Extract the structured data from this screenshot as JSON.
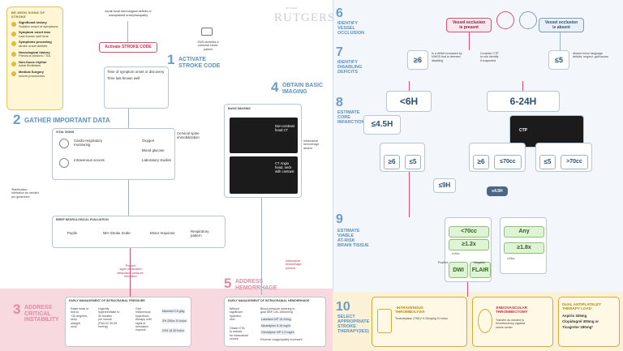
{
  "symptoms": {
    "title": "BE-SEEN SIGNS OF STROKE",
    "items": [
      {
        "bold": "Significant history",
        "text": "Sudden onset of symptoms"
      },
      {
        "bold": "Symptom onset time",
        "text": "Last known well time"
      },
      {
        "bold": "Symptoms preceding",
        "text": "stroke onset deficits"
      },
      {
        "bold": "Neurological history",
        "text": "Previous strokes / TIA"
      },
      {
        "bold": "Non-focus rhythm",
        "text": "Atrial fibrillation"
      },
      {
        "bold": "Medical Surgery",
        "text": "recent procedures"
      }
    ]
  },
  "steps": {
    "s1": {
      "num": "1",
      "title": "ACTIVATE\nSTROKE CODE"
    },
    "s2": {
      "num": "2",
      "title": "GATHER IMPORTANT DATA"
    },
    "s3": {
      "num": "3",
      "title": "ADDRESS\nCRITICAL\nINSTABILITY"
    },
    "s4": {
      "num": "4",
      "title": "OBTAIN BASIC\nIMAGING"
    },
    "s5": {
      "num": "5",
      "title": "ADDRESS\nHEMORRHAGE"
    },
    "s6": {
      "num": "6",
      "title": "IDENTIFY\nVESSEL\nOCCLUSION"
    },
    "s7": {
      "num": "7",
      "title": "IDENTIFY\nDISABLING\nDEFICITS"
    },
    "s8": {
      "num": "8",
      "title": "ESTIMATE\nCORE\nINFARCTION"
    },
    "s9": {
      "num": "9",
      "title": "ESTIMATE\nVIABLE\nAT-RISK\nBRAIN TISSUE"
    },
    "s10": {
      "num": "10",
      "title": "SELECT\nAPPROPRIATE\nSTROKE\nTHERAPY(IES)"
    }
  },
  "brand": {
    "name": "RUTGERS",
    "sub": "RUTGERS"
  },
  "flow": {
    "acute_deficit": "Acute focal neurological deficits or\nunexplained encephalopathy",
    "activate": "Activate STROKE CODE",
    "ems": "EMS identifies a\npotential stroke\npatient",
    "time_of_symptom": "Time of symptom onset or discovery",
    "time_last_known": "Time last known well",
    "basic_imaging": "BASIC IMAGING",
    "ct_noncontrast": "Non-contrast\nhead CT",
    "ct_angio": "CT Angio\nhead, neck\nwith contrast",
    "intracranial": "Intracranial\nhemorrhage\nabsent",
    "hemorrhage_present": "Intracranial\nhemorrhage\npresent",
    "vital_signs": "VITAL SIGNS",
    "cardio": "Cardio-respiratory\nmonitoring",
    "oxygen": "Oxygen",
    "glucose": "Blood glucose",
    "iv_access": "Intravenous access",
    "lab": "Laboratory studies",
    "cervical": "Cervical spine\nimmobilization",
    "stabilize": "Stabilization,\nIntubation as needed\nper guidelines",
    "neuro_eval": "BRIEF NEUROLOGICAL EVALUATION",
    "pupils": "Pupils",
    "nih": "NIH Stroke Scale",
    "motor": "Motor response",
    "respiratory": "Respiratory\npattern",
    "instability_present": "Present\nsigns of elevated\nintracranial pressure,\nherniation",
    "instability_title": "EARLY MANAGEMENT OF INTRACRANIAL PRESSURE",
    "raise_head": "Raise head of\nbed to\n+30 degrees,\nkeep\nstraight\nneck",
    "urgent_hyper": "Urgently\nhyperventilate to\n30 breaths\nper minute\n(PaCO2 30-35\nmmHg)",
    "osmotic": "Give\nintravenous\nhypertonic\ntherapy until\nsigns of\nherniation\nimprove",
    "mannitol": "Mannitol 0.5 g/kg",
    "hts": "3% 250cc IV bolus",
    "hts2": "23% 15-30 bolus",
    "hemorrhage_title": "EARLY MANAGEMENT OF INTRACRANIAL HEMORRHAGE",
    "without_hyper": "Without\nsignificant\nhyperten-\nsion",
    "obtain_cta": "Obtain CTA\nto assess\nfor intracranial\nsource",
    "bp_goal": "Blood pressure lowering to\ngoal SBP 130-150mmHg",
    "labetalol": "Labetalol IVP 10-20mg",
    "nicardipine": "Nicardipine 5-15 mg/hr",
    "clevidipine": "Clevidipine IVP 1-2 mg/hr",
    "reverse": "Reverse coagulopathy if present"
  },
  "right": {
    "vessel_present": "Vessel occlusion\nis present",
    "vessel_absent": "Vessel occlusion\nis absent",
    "nihss_ge6": "≥6",
    "nihss_le5": "≤5",
    "disabling_note": "Is a deficit increased by\nNIHSS that is deemed\ndisabling",
    "ctp_note": "Consider CTP\nto rule identify\nif suspected",
    "nondisabling": "Absent minor language\ndeficits, neglect, gait issues",
    "lt6h": "<6H",
    "h6_24": "6-24H",
    "lt45": "≤4.5H",
    "ge9": "≤9H",
    "lt45b": "≤4.5H",
    "aspects_ge6": "≥6",
    "aspects_le5": "≤5",
    "ischemic_ge6": "≥6",
    "core_lt70": "≤70cc",
    "le5b": "≤5",
    "core_gt70": ">70cc",
    "ctp_label": "CTP",
    "core_lt70b": "<70cc",
    "mismatch": "≥1.2x",
    "mismatch_vol": "≥10cc",
    "any": "Any",
    "mismatch2": "≥1.8x",
    "mismatch2_vol": "≥15cc",
    "dwi": "DWI",
    "flair": "FLAIR",
    "positive": "Positive",
    "negative": "Negative",
    "ivt_title": "INTRAVENOUS\nTHROMBOLYSIS",
    "ivt_drug": "Tenecteplase (TNK)* 0.25mg/kg IV bolus",
    "evt_title": "ENDOVASCULAR\nTHROMBECTOMY",
    "evt_note": "Transfer as needed to\nthrombectomy capable\nstroke center",
    "dapt_title": "DUAL ANTIPLATELET\nTHERAPY LOAD",
    "dapt_1": "Aspirin 325mg",
    "dapt_2": "Clopidogrel 300mg or",
    "dapt_3": "Ticagrelor 180mg*"
  },
  "colors": {
    "accent_blue": "#5d8fbd",
    "accent_red": "#d8506e",
    "panel_gold": "#e2c468"
  }
}
